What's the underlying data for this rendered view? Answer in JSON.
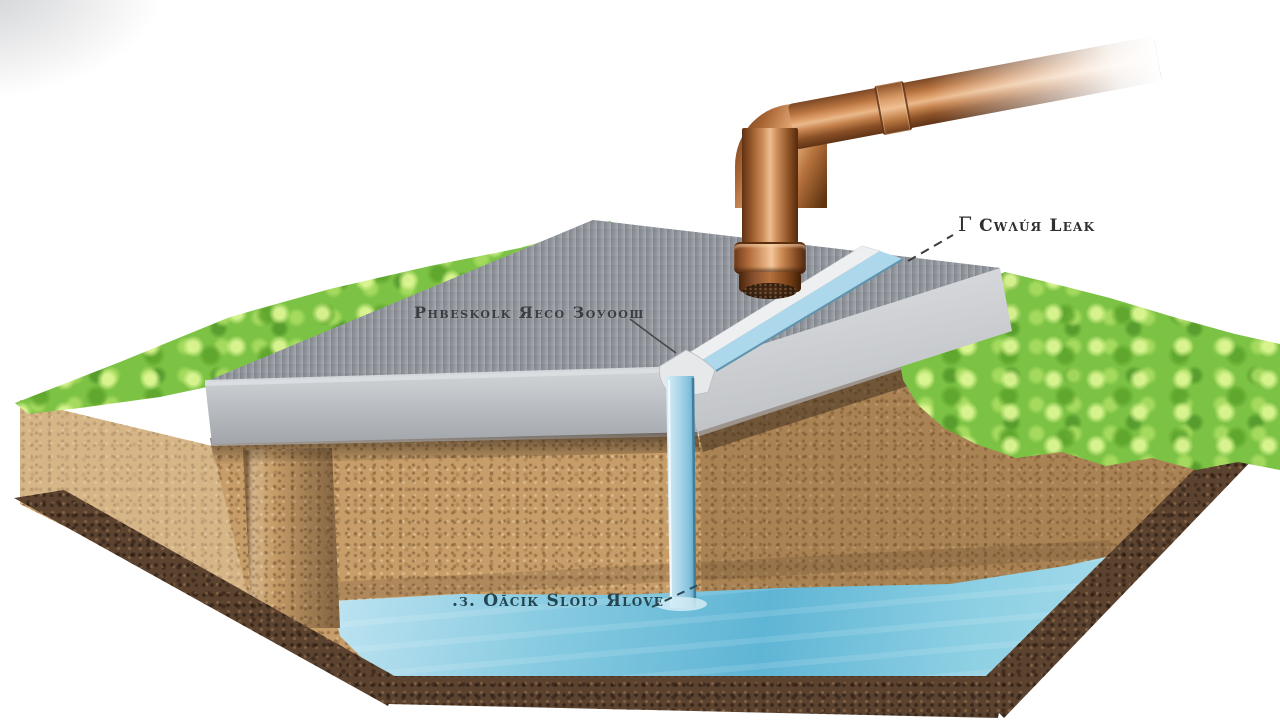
{
  "figure": {
    "type": "cutaway illustration",
    "subject": "under-slab plumbing leak cross-section",
    "labels": {
      "leak": {
        "bracket": "Γ",
        "text": "Cwλúя Leak"
      },
      "slab": {
        "text": "Phbeskolk Яeco Зоуоош"
      },
      "water": {
        "text": ".з. Оācік Sloіɔ Яlove"
      }
    },
    "palette": {
      "copper": "#b5713d",
      "copper_highlight": "#eab98b",
      "concrete_top": "#8f9399",
      "concrete_face": "#c7cad0",
      "grass": "#7cc244",
      "soil": "#c79e69",
      "soil_dark": "#5c4330",
      "groundwater": "#6fbcd9",
      "leak_water": "#a9d6ea",
      "label_ink": "#2f2f2f"
    }
  }
}
